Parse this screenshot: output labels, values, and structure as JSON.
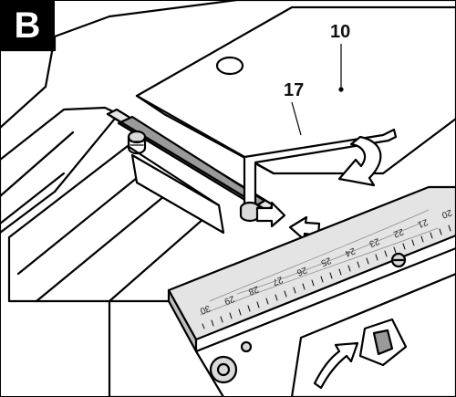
{
  "figure": {
    "panel_label": "B",
    "callouts": {
      "part_10": "10",
      "part_17": "17"
    },
    "ruler": {
      "scale_labels": [
        "30",
        "29",
        "28",
        "27",
        "26",
        "25",
        "24",
        "23",
        "22",
        "21",
        "20"
      ]
    },
    "icons": [
      "allen-key-icon",
      "ruler-icon",
      "rotation-arrow-icon",
      "adjustment-arrow-icon",
      "screw-icon"
    ]
  }
}
